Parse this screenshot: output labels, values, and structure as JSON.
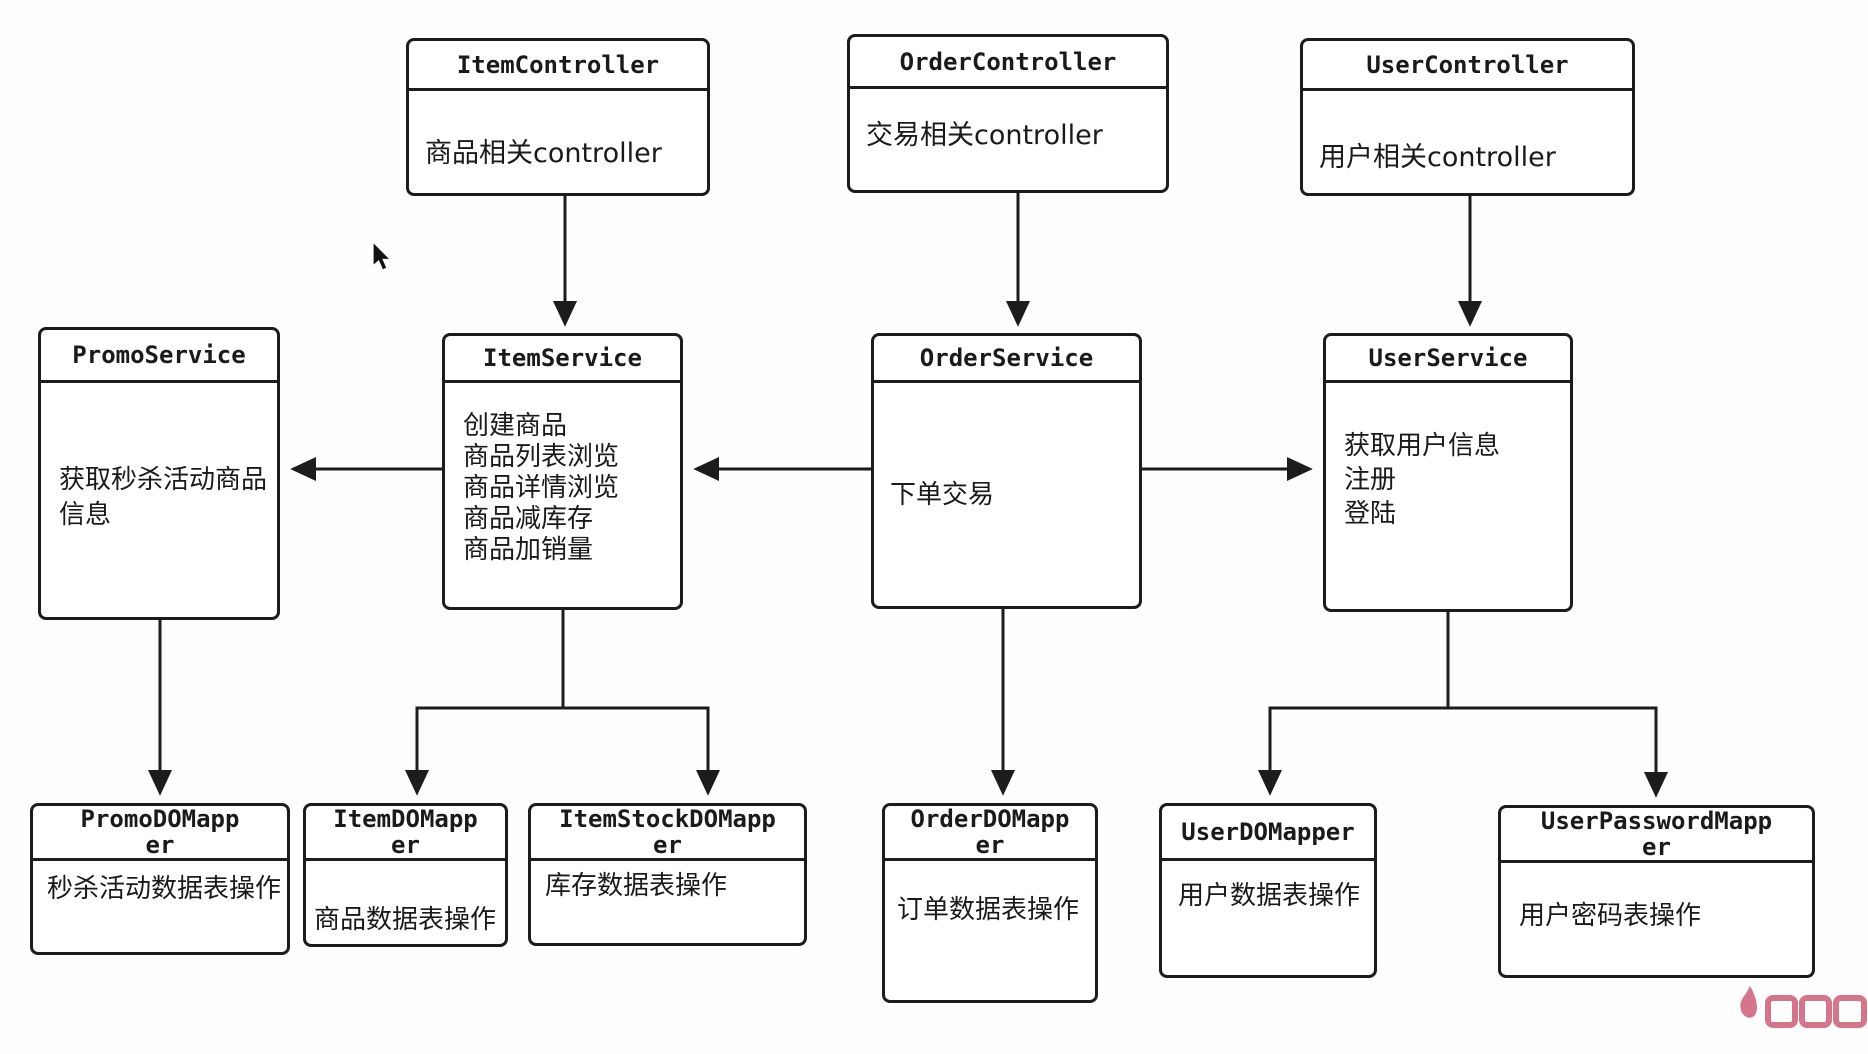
{
  "colors": {
    "box_border": "#1c1c1c",
    "text": "#1a1a1a",
    "background": "#fefefe",
    "watermark_pink": "#d4758b"
  },
  "nodes": {
    "item_controller": {
      "title": "ItemController",
      "lines": [
        "商品相关controller"
      ]
    },
    "order_controller": {
      "title": "OrderController",
      "lines": [
        "交易相关controller"
      ]
    },
    "user_controller": {
      "title": "UserController",
      "lines": [
        "用户相关controller"
      ]
    },
    "promo_service": {
      "title": "PromoService",
      "lines": [
        "获取秒杀活动商品信息"
      ]
    },
    "item_service": {
      "title": "ItemService",
      "lines": [
        "创建商品",
        "商品列表浏览",
        "商品详情浏览",
        "商品减库存",
        "商品加销量"
      ]
    },
    "order_service": {
      "title": "OrderService",
      "lines": [
        "下单交易"
      ]
    },
    "user_service": {
      "title": "UserService",
      "lines": [
        "获取用户信息",
        "注册",
        "登陆"
      ]
    },
    "promo_do_mapper": {
      "title": "PromoDOMapper",
      "lines": [
        "秒杀活动数据表操作"
      ]
    },
    "item_do_mapper": {
      "title": "ItemDOMapper",
      "lines": [
        "商品数据表操作"
      ]
    },
    "item_stock_do_mapper": {
      "title": "ItemStockDOMapper",
      "lines": [
        "库存数据表操作"
      ]
    },
    "order_do_mapper": {
      "title": "OrderDOMapper",
      "lines": [
        "订单数据表操作"
      ]
    },
    "user_do_mapper": {
      "title": "UserDOMapper",
      "lines": [
        "用户数据表操作"
      ]
    },
    "user_password_mapper": {
      "title": "UserPasswordMapper",
      "lines": [
        "用户密码表操作"
      ]
    }
  },
  "edges": [
    {
      "from": "ItemController",
      "to": "ItemService"
    },
    {
      "from": "OrderController",
      "to": "OrderService"
    },
    {
      "from": "UserController",
      "to": "UserService"
    },
    {
      "from": "ItemService",
      "to": "PromoService"
    },
    {
      "from": "OrderService",
      "to": "ItemService"
    },
    {
      "from": "OrderService",
      "to": "UserService"
    },
    {
      "from": "PromoService",
      "to": "PromoDOMapper"
    },
    {
      "from": "ItemService",
      "to": "ItemDOMapper"
    },
    {
      "from": "ItemService",
      "to": "ItemStockDOMapper"
    },
    {
      "from": "OrderService",
      "to": "OrderDOMapper"
    },
    {
      "from": "UserService",
      "to": "UserDOMapper"
    },
    {
      "from": "UserService",
      "to": "UserPasswordMapper"
    }
  ]
}
